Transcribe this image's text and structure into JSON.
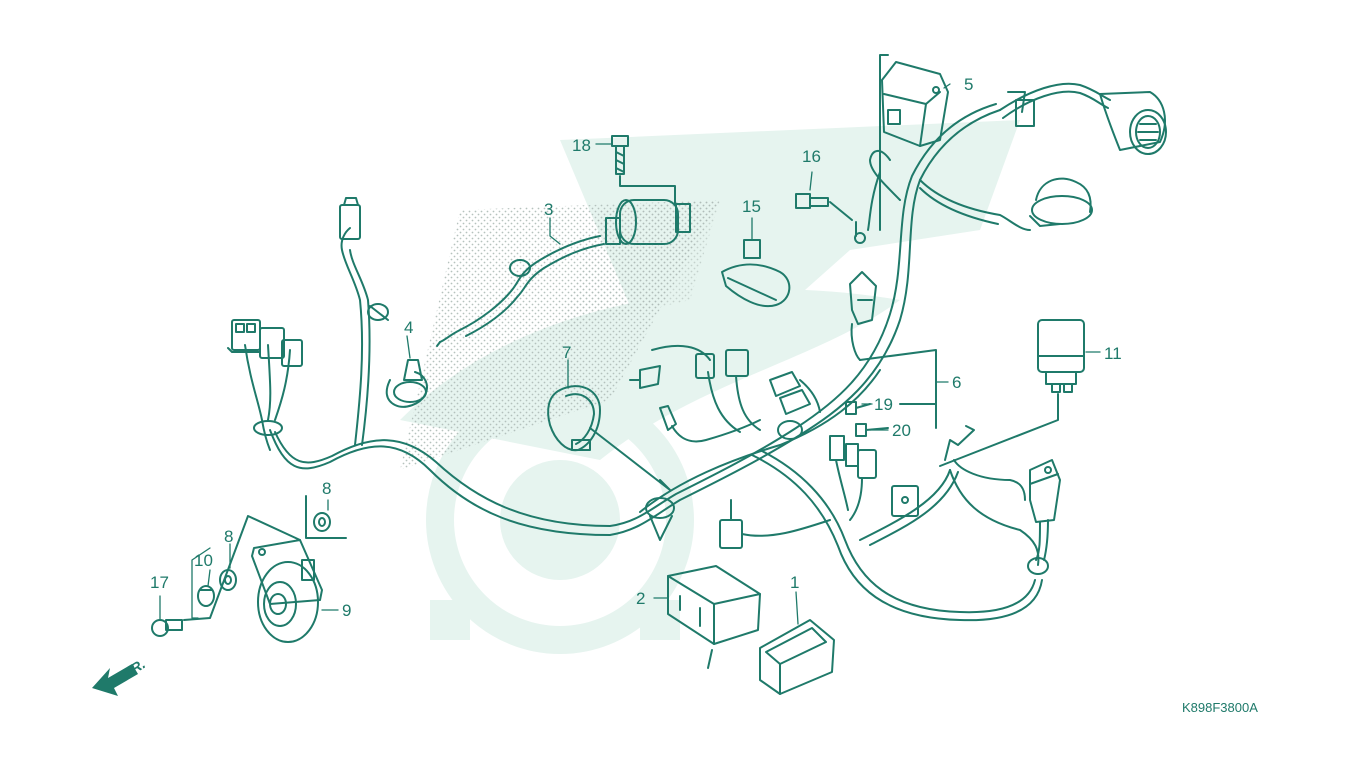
{
  "diagram": {
    "code": "K898F3800A",
    "direction": "FR.",
    "labels": [
      "1",
      "2",
      "3",
      "4",
      "5",
      "6",
      "7",
      "8",
      "8",
      "9",
      "10",
      "11",
      "15",
      "16",
      "17",
      "18",
      "19",
      "20"
    ]
  },
  "colors": {
    "ink": "#1f7a6a",
    "watermark": "#e4f3ee",
    "stipple": "#b9c6c2"
  }
}
